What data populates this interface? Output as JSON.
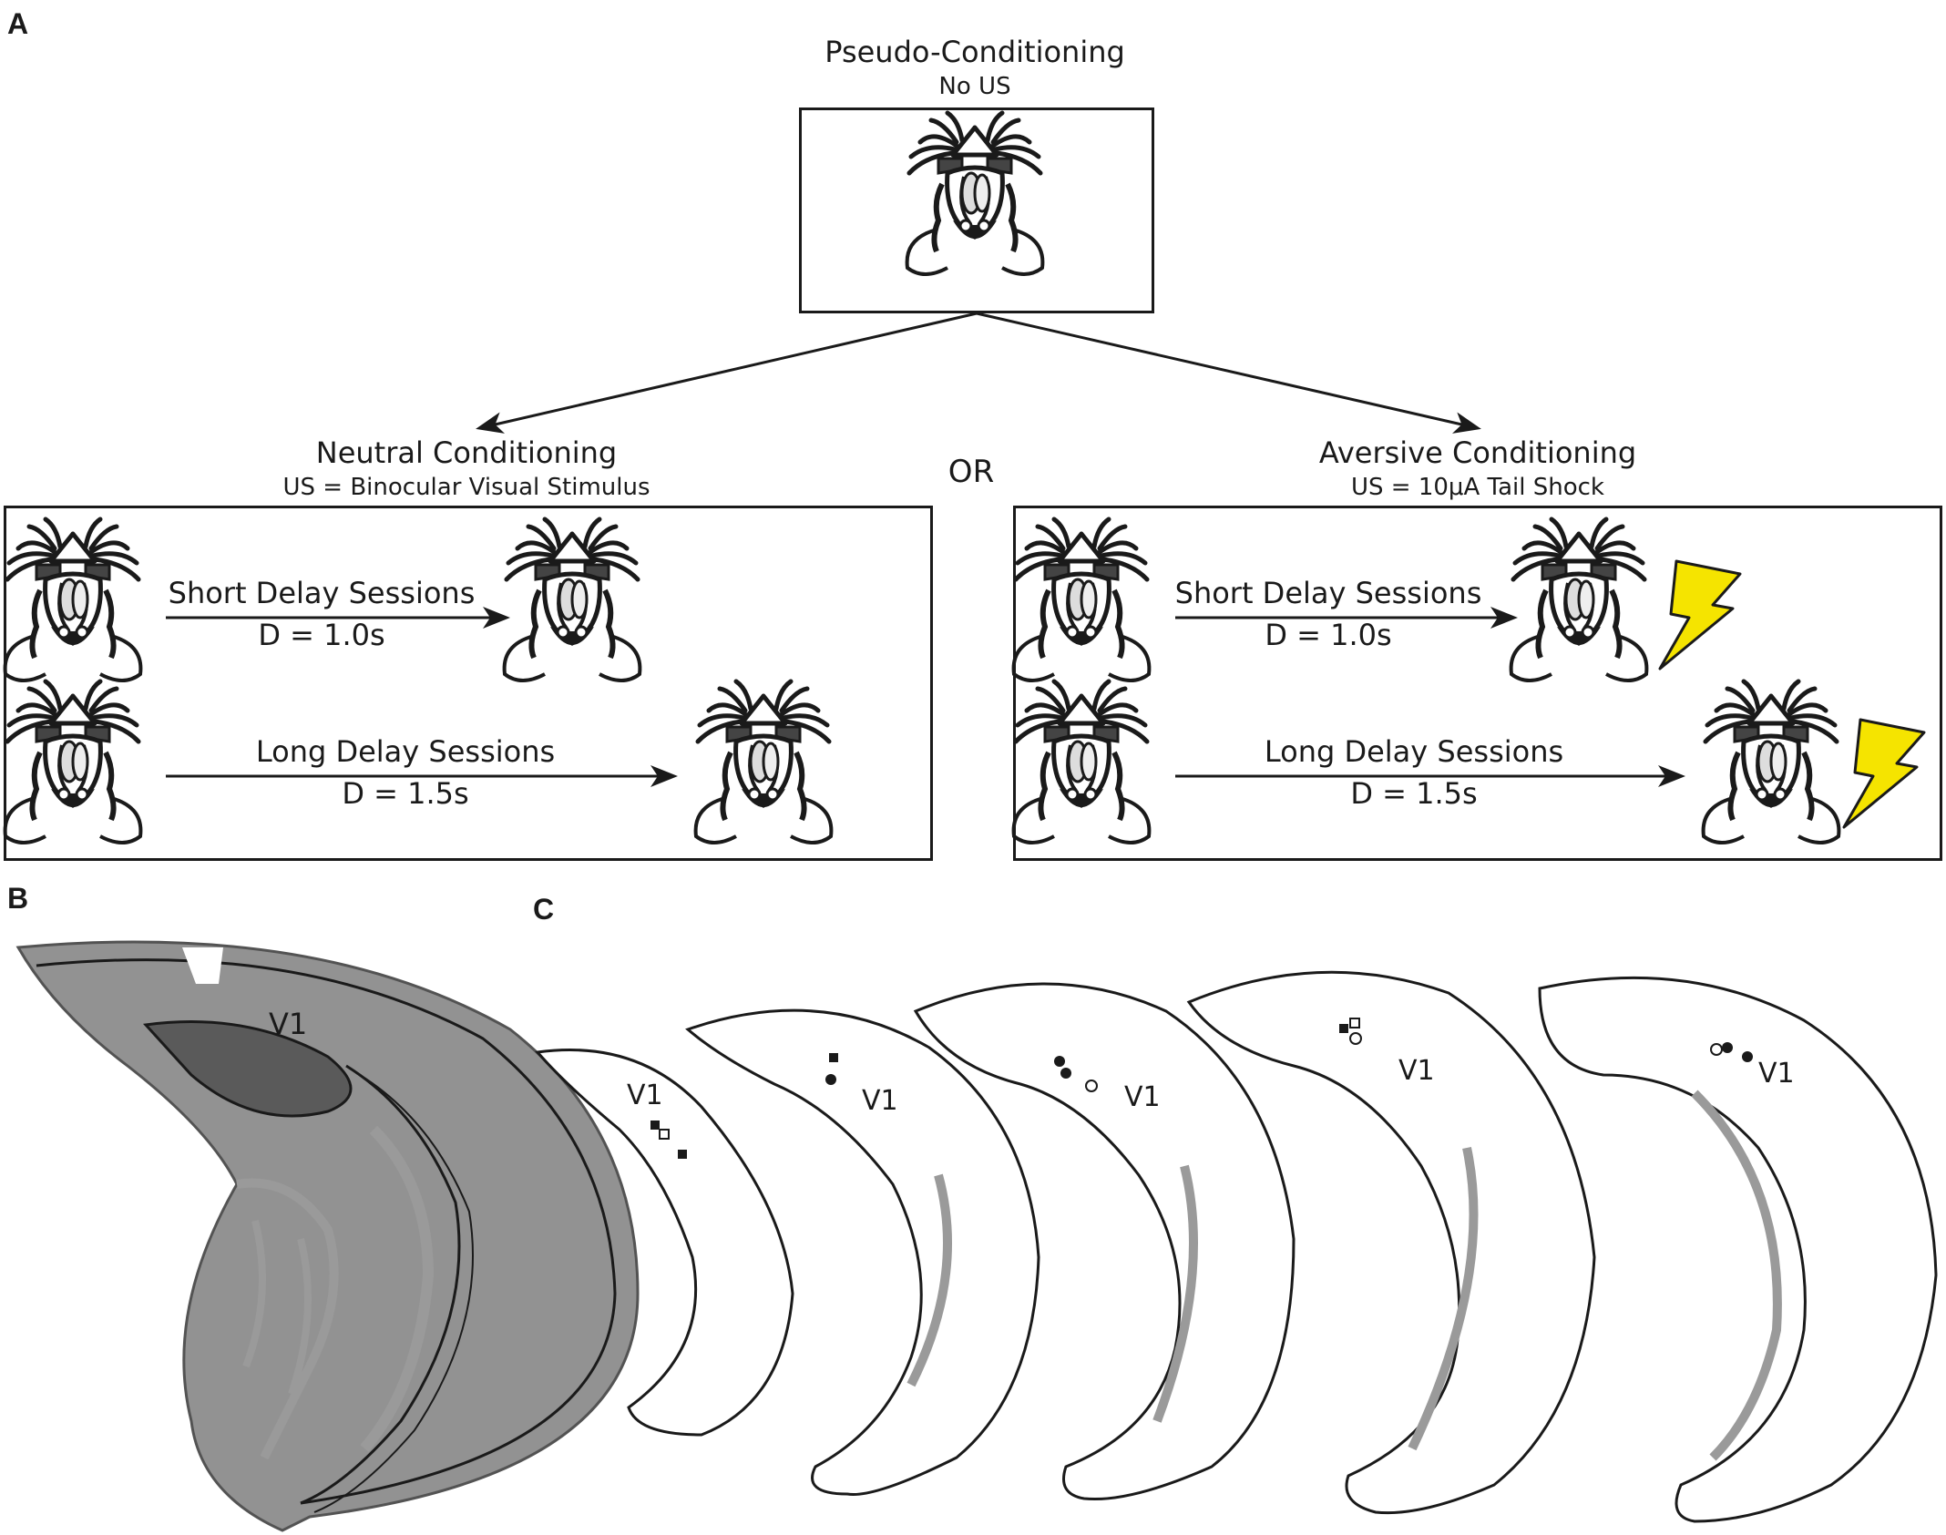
{
  "panels": {
    "a": "A",
    "b": "B",
    "c": "C"
  },
  "pseudo": {
    "title": "Pseudo-Conditioning",
    "subtitle": "No US"
  },
  "or_label": "OR",
  "neutral": {
    "title": "Neutral Conditioning",
    "subtitle": "US = Binocular Visual Stimulus",
    "short_label": "Short Delay Sessions",
    "short_delay": "D = 1.0s",
    "long_label": "Long Delay Sessions",
    "long_delay": "D = 1.5s"
  },
  "aversive": {
    "title": "Aversive Conditioning",
    "subtitle": "US = 10μA Tail Shock",
    "short_label": "Short Delay Sessions",
    "short_delay": "D = 1.0s",
    "long_label": "Long Delay Sessions",
    "long_delay": "D = 1.5s"
  },
  "region_label": "V1",
  "colors": {
    "line": "#1a1a1a",
    "eye_patch": "#5c8a5c",
    "shock": "#f5e400",
    "hippocampus": "#9a9a9a",
    "tissue": "#6e6e6e"
  }
}
